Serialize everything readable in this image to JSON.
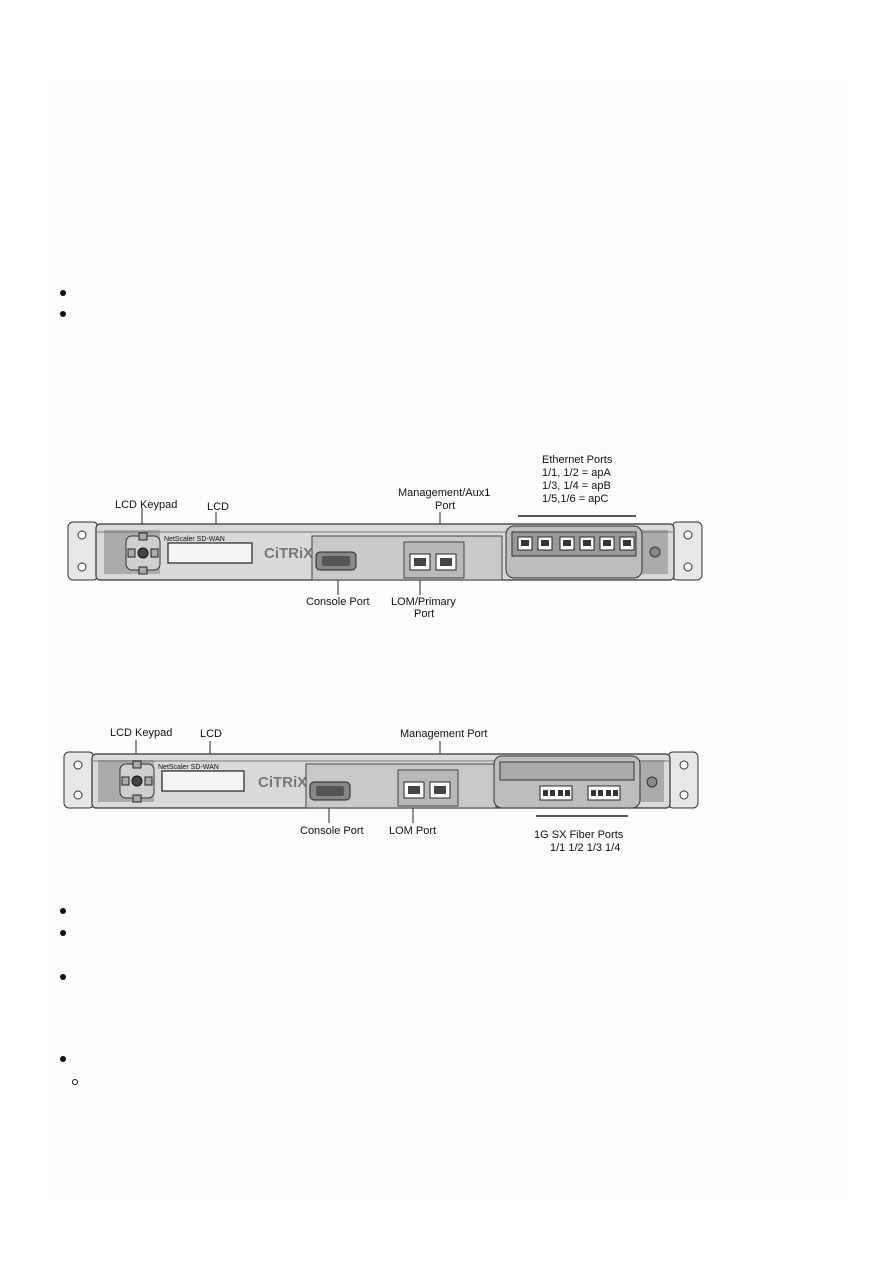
{
  "figure1": {
    "labels": {
      "lcd_keypad": "LCD Keypad",
      "lcd": "LCD",
      "mgmt_aux": [
        "Management/Aux1",
        "Port"
      ],
      "ethernet_title": "Ethernet Ports",
      "ethernet_map": [
        "1/1, 1/2 = apA",
        "1/3, 1/4 = apB",
        "1/5,1/6 = apC"
      ],
      "console": "Console Port",
      "lom_primary": [
        "LOM/Primary",
        "Port"
      ]
    },
    "device": {
      "model_text": "NetScaler  SD-WAN",
      "brand": "CiTRiX"
    }
  },
  "figure2": {
    "labels": {
      "lcd_keypad": "LCD Keypad",
      "lcd": "LCD",
      "mgmt": "Management Port",
      "console": "Console Port",
      "lom": "LOM Port",
      "fiber_title": "1G SX Fiber Ports",
      "fiber_numbers": "1/1  1/2  1/3  1/4"
    },
    "device": {
      "model_text": "NetScaler  SD-WAN",
      "brand": "CiTRiX"
    }
  }
}
